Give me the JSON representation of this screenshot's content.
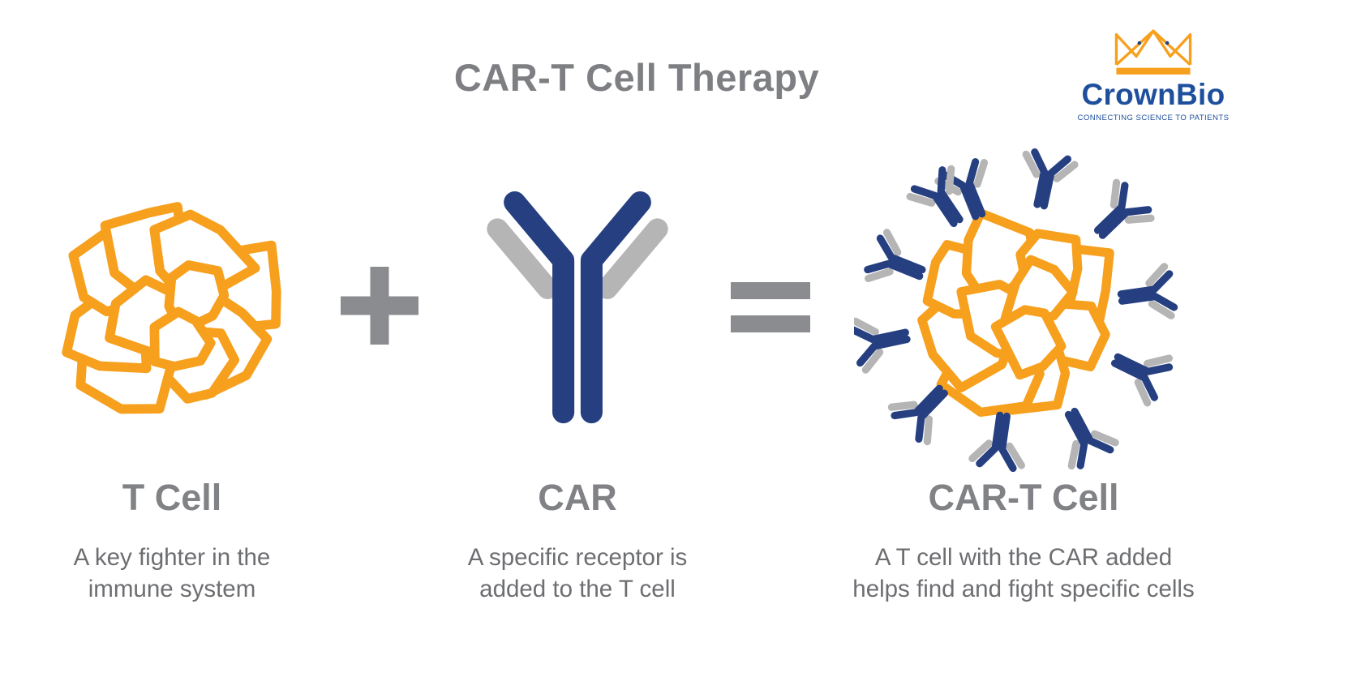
{
  "title": "CAR-T Cell Therapy",
  "logo": {
    "name": "CrownBio",
    "tagline": "CONNECTING SCIENCE TO PATIENTS"
  },
  "operators": {
    "plus": "+",
    "equals": "="
  },
  "items": [
    {
      "id": "t-cell",
      "label": "T Cell",
      "description_line1": "A key fighter in the",
      "description_line2": "immune system"
    },
    {
      "id": "car",
      "label": "CAR",
      "description_line1": "A specific receptor is",
      "description_line2": "added to the T cell"
    },
    {
      "id": "car-t-cell",
      "label": "CAR-T Cell",
      "description_line1": "A T cell with the CAR added",
      "description_line2": "helps find and fight specific cells"
    }
  ],
  "colors": {
    "orange": "#f6a01e",
    "navy": "#253f80",
    "light_gray": "#b5b5b6",
    "text_gray": "#808285",
    "desc_gray": "#6d6e71",
    "operator_gray": "#8a8c8f",
    "logo_blue": "#1e4f9c"
  }
}
